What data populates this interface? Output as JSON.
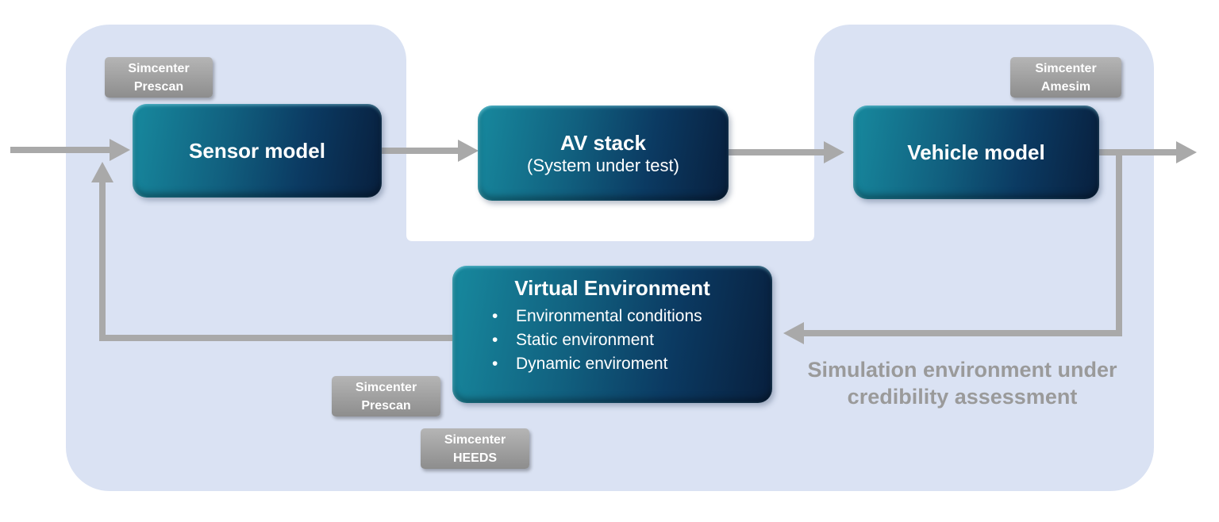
{
  "colors": {
    "panel-bg": "#dae2f3",
    "arrow-gray": "#a9a9a9",
    "chip-top": "#b5b5b5",
    "chip-bottom": "#8d8d8d",
    "node-teal": "#17899e",
    "node-navy": "#081f3d",
    "caption-gray": "#9a9a9a"
  },
  "nodes": {
    "sensor": {
      "label": "Sensor model"
    },
    "av_stack": {
      "title": "AV stack",
      "subtitle": "(System under test)"
    },
    "vehicle": {
      "label": "Vehicle model"
    },
    "virtual_environment": {
      "title": "Virtual Environment",
      "bullets": [
        "Environmental conditions",
        "Static environment",
        "Dynamic enviroment"
      ]
    }
  },
  "tool_chips": {
    "prescan_top": {
      "line1": "Simcenter",
      "line2": "Prescan"
    },
    "amesim": {
      "line1": "Simcenter",
      "line2": "Amesim"
    },
    "prescan_bottom": {
      "line1": "Simcenter",
      "line2": "Prescan"
    },
    "heeds": {
      "line1": "Simcenter",
      "line2": "HEEDS"
    }
  },
  "caption": {
    "line1": "Simulation environment under",
    "line2": "credibility assessment"
  }
}
